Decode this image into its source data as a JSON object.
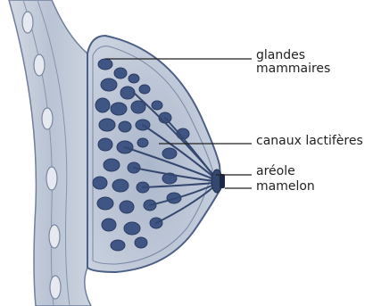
{
  "labels": {
    "glandes_line1": "glandes",
    "glandes_line2": "mammaires",
    "canaux": "canaux lactifères",
    "areole": "aréole",
    "mamelon": "mamelon"
  },
  "colors": {
    "tissue_fill": "#c9d1de",
    "tissue_edge": "#5c6f92",
    "gland": "#3f5583",
    "gland_dark": "#2b3c63",
    "rib": "#e4e7ee",
    "leader_line": "#222222",
    "text": "#222222"
  }
}
